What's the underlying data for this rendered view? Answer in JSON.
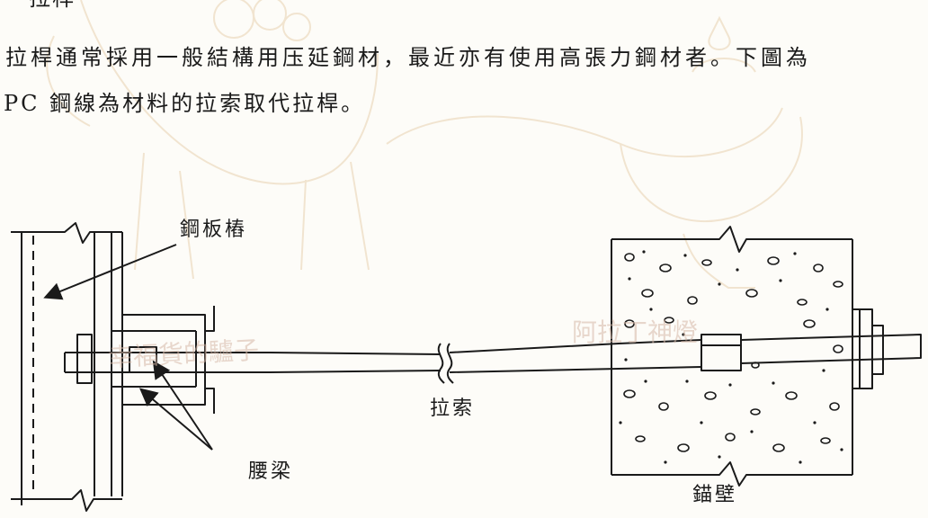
{
  "text": {
    "heading": "拉桿",
    "paragraph_line1": "拉桿通常採用一般結構用压延鋼材，最近亦有使用高張力鋼材者。下圖為",
    "paragraph_line2": "PC 鋼線為材料的拉索取代拉桿。"
  },
  "figure": {
    "labels": {
      "steel_sheet_pile": "鋼板樁",
      "tie_cable": "拉索",
      "wale": "腰梁",
      "anchor_wall": "錨壁"
    },
    "watermarks": [
      "幸福貨的驢子",
      "阿拉丁神燈"
    ]
  },
  "colors": {
    "ink": "#1a1a1a",
    "background": "#fdfcf8",
    "watermark_sketch": "#e4c9a0"
  }
}
